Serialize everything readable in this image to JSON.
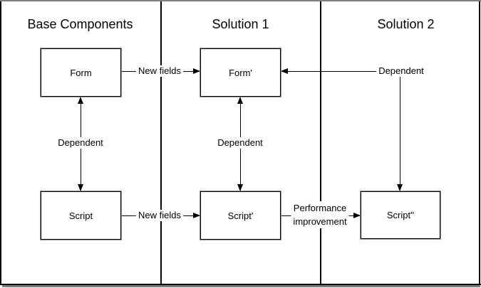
{
  "columns": [
    {
      "title": "Base Components"
    },
    {
      "title": "Solution 1"
    },
    {
      "title": "Solution 2"
    }
  ],
  "boxes": {
    "form": {
      "label": "Form"
    },
    "form_prime": {
      "label": "Form'"
    },
    "script": {
      "label": "Script"
    },
    "script_prime": {
      "label": "Script'"
    },
    "script_double_prime": {
      "label": "Script''"
    }
  },
  "connector_labels": {
    "form_to_form_prime": "New fields",
    "script_to_script_prime": "New fields",
    "script_prime_to_script_double_prime": "Performance\nimprovement",
    "base_dependency": "Dependent",
    "solution1_dependency": "Dependent",
    "solution2_dependency": "Dependent"
  },
  "colors": {
    "line": "#000000",
    "text": "#000000",
    "background": "#ffffff",
    "box_shadow_gray": "#8f8f8f",
    "frame_gray": "#808080"
  }
}
